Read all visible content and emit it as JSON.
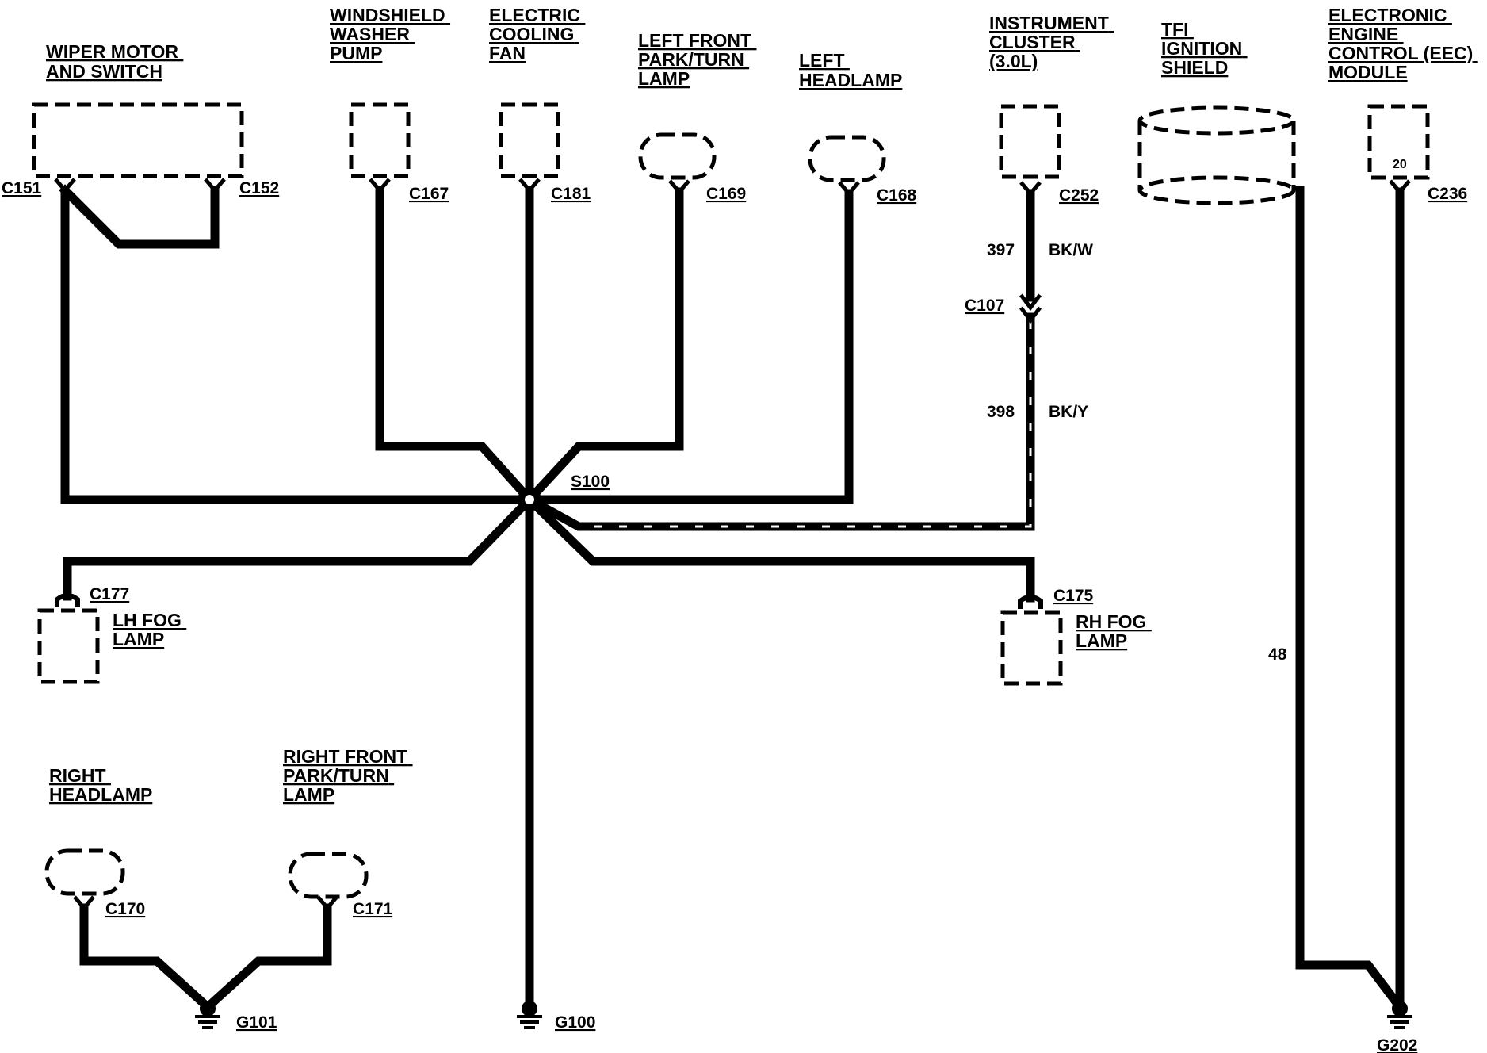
{
  "components": {
    "wiper_motor": [
      "WIPER MOTOR",
      "AND SWITCH"
    ],
    "washer_pump": [
      "WINDSHIELD",
      "WASHER",
      "PUMP"
    ],
    "cooling_fan": [
      "ELECTRIC",
      "COOLING",
      "FAN"
    ],
    "lf_park_turn": [
      "LEFT FRONT",
      "PARK/TURN",
      "LAMP"
    ],
    "left_headlamp": [
      "LEFT",
      "HEADLAMP"
    ],
    "instrument_cluster": [
      "INSTRUMENT",
      "CLUSTER",
      "(3.0L)"
    ],
    "tfi_shield": [
      "TFI",
      "IGNITION",
      "SHIELD"
    ],
    "eec_module": [
      "ELECTRONIC",
      "ENGINE",
      "CONTROL (EEC)",
      "MODULE"
    ],
    "lh_fog": [
      "LH FOG",
      "LAMP"
    ],
    "rh_fog": [
      "RH FOG",
      "LAMP"
    ],
    "right_headlamp": [
      "RIGHT",
      "HEADLAMP"
    ],
    "rf_park_turn": [
      "RIGHT FRONT",
      "PARK/TURN",
      "LAMP"
    ]
  },
  "connectors": {
    "c151": "C151",
    "c152": "C152",
    "c167": "C167",
    "c181": "C181",
    "c169": "C169",
    "c168": "C168",
    "c252": "C252",
    "c107": "C107",
    "c236": "C236",
    "c177": "C177",
    "c175": "C175",
    "c170": "C170",
    "c171": "C171"
  },
  "splice": "S100",
  "grounds": {
    "g100": "G100",
    "g101": "G101",
    "g202": "G202"
  },
  "wires": {
    "w397_num": "397",
    "w397_color": "BK/W",
    "w398_num": "398",
    "w398_color": "BK/Y",
    "w48_num": "48"
  },
  "pins": {
    "eec_pin": "20"
  }
}
